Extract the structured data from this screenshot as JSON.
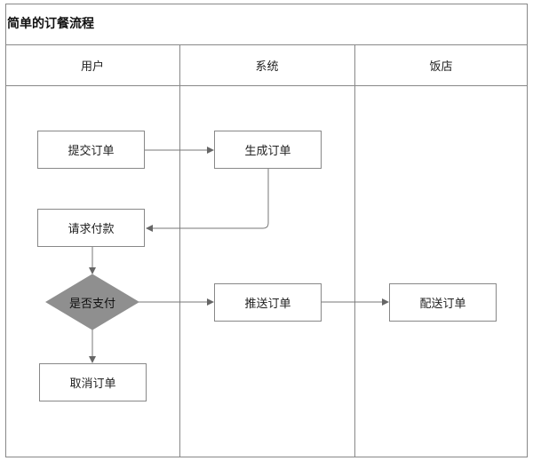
{
  "title": "简单的订餐流程",
  "lanes": [
    "用户",
    "系统",
    "饭店"
  ],
  "nodes": {
    "submit_order": "提交订单",
    "generate_order": "生成订单",
    "request_payment": "请求付款",
    "is_paid": "是否支付",
    "push_order": "推送订单",
    "deliver_order": "配送订单",
    "cancel_order": "取消订单"
  },
  "colors": {
    "line": "#888888",
    "decision_fill": "#8f8f8f",
    "arrow": "#666666"
  }
}
